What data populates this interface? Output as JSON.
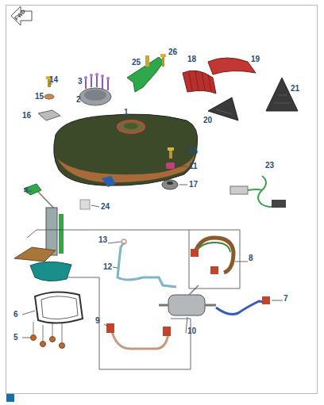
{
  "diagram": {
    "labels": [
      "FWD",
      "14",
      "3",
      "2",
      "25",
      "26",
      "18",
      "19",
      "21",
      "15",
      "16",
      "1",
      "20",
      "14",
      "11",
      "23",
      "4",
      "17",
      "24",
      "13",
      "12",
      "8",
      "6",
      "7",
      "5",
      "9",
      "10"
    ]
  }
}
